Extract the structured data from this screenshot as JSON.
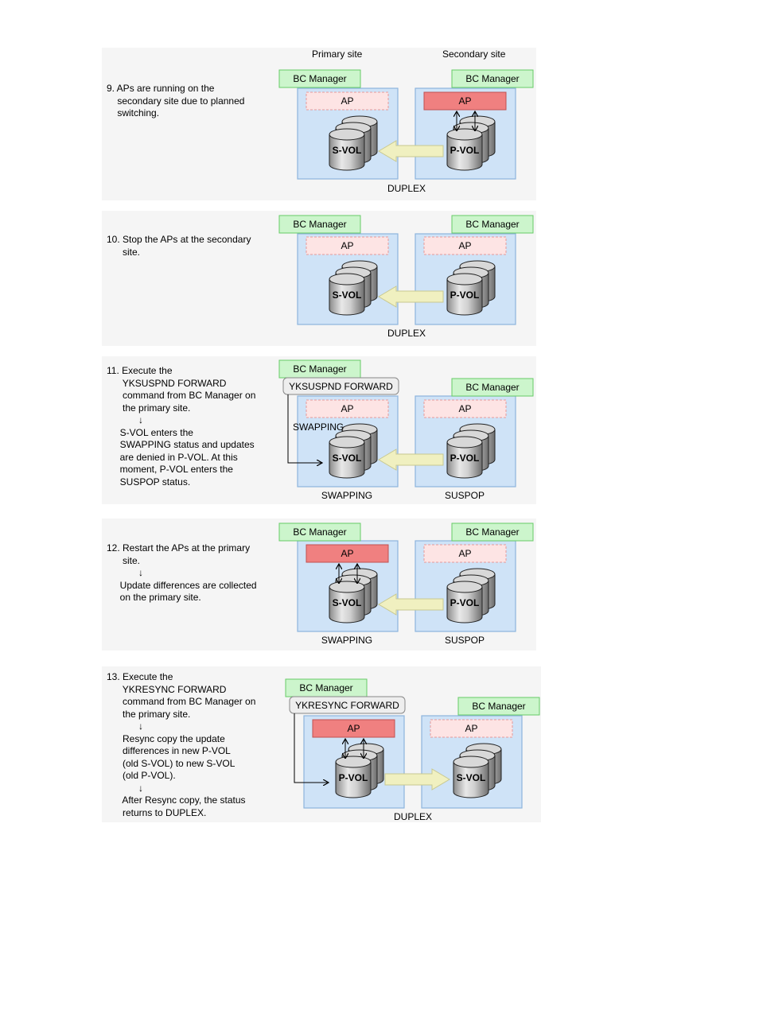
{
  "headers": {
    "primary": "Primary site",
    "secondary": "Secondary site"
  },
  "labels": {
    "bc_manager": "BC Manager",
    "ap": "AP",
    "s_vol": "S-VOL",
    "p_vol": "P-VOL"
  },
  "colors": {
    "site_fill": "#cfe3f7",
    "site_stroke": "#8db4dd",
    "bc_fill": "#ccf5cc",
    "bc_stroke": "#66cc66",
    "ap_active": "#f08080",
    "ap_inactive": "#fde4e4",
    "arrow_fill": "#f0f0c0",
    "step_bg": "#f5f5f5"
  },
  "steps": [
    {
      "number": "9",
      "lines": [
        "9. APs are running on the",
        "    secondary site due to planned",
        "    switching."
      ],
      "left_vol": "S-VOL",
      "right_vol": "P-VOL",
      "arrow": "to-left",
      "left_ap_active": false,
      "right_ap_active": true,
      "left_status": "",
      "right_status": "",
      "center_status": "DUPLEX",
      "command": "",
      "left_mid_status": ""
    },
    {
      "number": "10",
      "lines": [
        "10. Stop the APs at the secondary",
        "      site."
      ],
      "left_vol": "S-VOL",
      "right_vol": "P-VOL",
      "arrow": "to-left",
      "left_ap_active": false,
      "right_ap_active": false,
      "left_status": "",
      "right_status": "",
      "center_status": "DUPLEX",
      "command": "",
      "left_mid_status": ""
    },
    {
      "number": "11",
      "lines": [
        "11. Execute the",
        "      YKSUSPND FORWARD",
        "      command from BC Manager on",
        "      the primary site.",
        "            ↓",
        "     S-VOL enters the",
        "     SWAPPING status and updates",
        "     are denied in P-VOL. At this",
        "     moment, P-VOL enters the",
        "     SUSPOP status."
      ],
      "left_vol": "S-VOL",
      "right_vol": "P-VOL",
      "arrow": "to-left",
      "left_ap_active": false,
      "right_ap_active": false,
      "left_status": "SWAPPING",
      "right_status": "SUSPOP",
      "center_status": "",
      "command": "YKSUSPND FORWARD",
      "left_mid_status": "SWAPPING"
    },
    {
      "number": "12",
      "lines": [
        "12. Restart the APs at the primary",
        "      site.",
        "            ↓",
        "     Update differences are collected",
        "     on the primary site."
      ],
      "left_vol": "S-VOL",
      "right_vol": "P-VOL",
      "arrow": "to-left",
      "left_ap_active": true,
      "right_ap_active": false,
      "left_status": "SWAPPING",
      "right_status": "SUSPOP",
      "center_status": "",
      "command": "",
      "left_mid_status": ""
    },
    {
      "number": "13",
      "lines": [
        "13. Execute the",
        "      YKRESYNC FORWARD",
        "      command from BC Manager on",
        "      the primary site.",
        "            ↓",
        "      Resync copy the update",
        "      differences in new P-VOL",
        "      (old S-VOL) to new S-VOL",
        "      (old P-VOL).",
        "            ↓",
        "      After Resync copy, the status",
        "      returns to DUPLEX."
      ],
      "left_vol": "P-VOL",
      "right_vol": "S-VOL",
      "arrow": "to-right",
      "left_ap_active": true,
      "right_ap_active": false,
      "left_status": "",
      "right_status": "",
      "center_status": "DUPLEX",
      "command": "YKRESYNC FORWARD",
      "left_mid_status": ""
    }
  ]
}
